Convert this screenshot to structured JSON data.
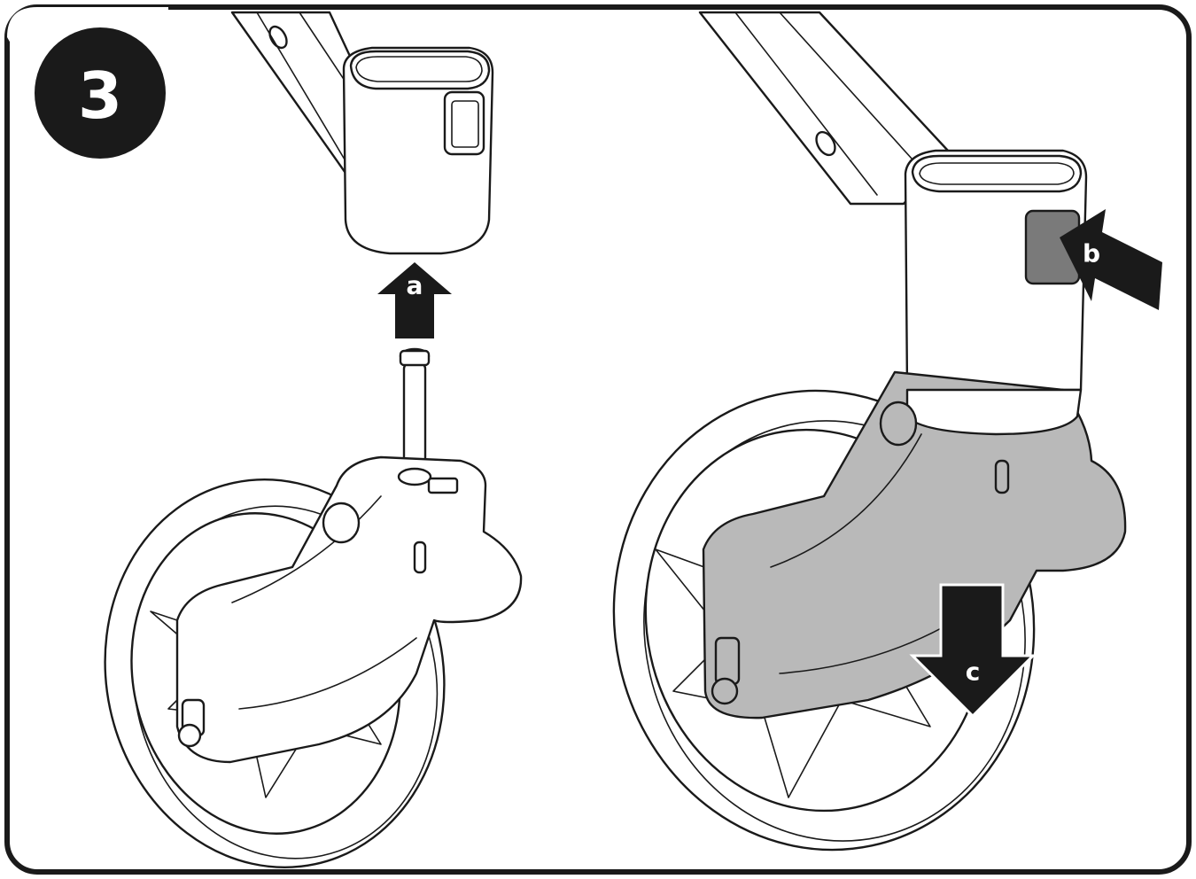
{
  "step": {
    "number": "3"
  },
  "callouts": {
    "a": "a",
    "b": "b",
    "c": "c"
  },
  "colors": {
    "ink": "#1a1a1a",
    "attached_housing": "#b9b9b9",
    "release_button": "#7a7a7a",
    "background": "#ffffff"
  },
  "panels": [
    {
      "id": "detached",
      "arrow": "up",
      "callout": "a"
    },
    {
      "id": "attached",
      "arrows": [
        "left",
        "down"
      ],
      "callouts": [
        "b",
        "c"
      ]
    }
  ]
}
